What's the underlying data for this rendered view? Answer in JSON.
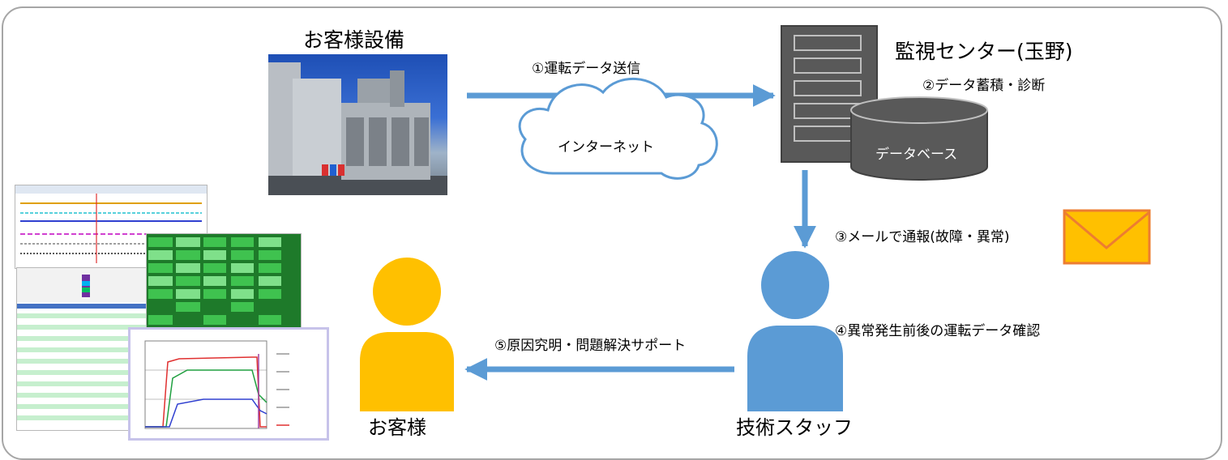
{
  "customer_equipment": {
    "title": "お客様設備"
  },
  "monitoring_center": {
    "title": "監視センター(玉野)",
    "database": "データベース"
  },
  "cloud": {
    "label": "インターネット"
  },
  "steps": {
    "s1": "①運転データ送信",
    "s2": "②データ蓄積・診断",
    "s3": "③メールで通報(故障・異常)",
    "s4": "④異常発生前後の運転データ確認",
    "s5": "⑤原因究明・問題解決サポート"
  },
  "people": {
    "customer": "お客様",
    "staff": "技術スタッフ"
  },
  "colors": {
    "arrow": "#5b9bd5",
    "person_customer": "#ffc000",
    "person_staff": "#5b9bd5",
    "server": "#595959",
    "mail_fill": "#ffc000",
    "mail_border": "#ed7d31"
  },
  "icons": [
    "equipment-photo",
    "cloud-icon",
    "server-icon",
    "database-icon",
    "mail-icon",
    "person-icon",
    "monitoring-screenshots"
  ]
}
